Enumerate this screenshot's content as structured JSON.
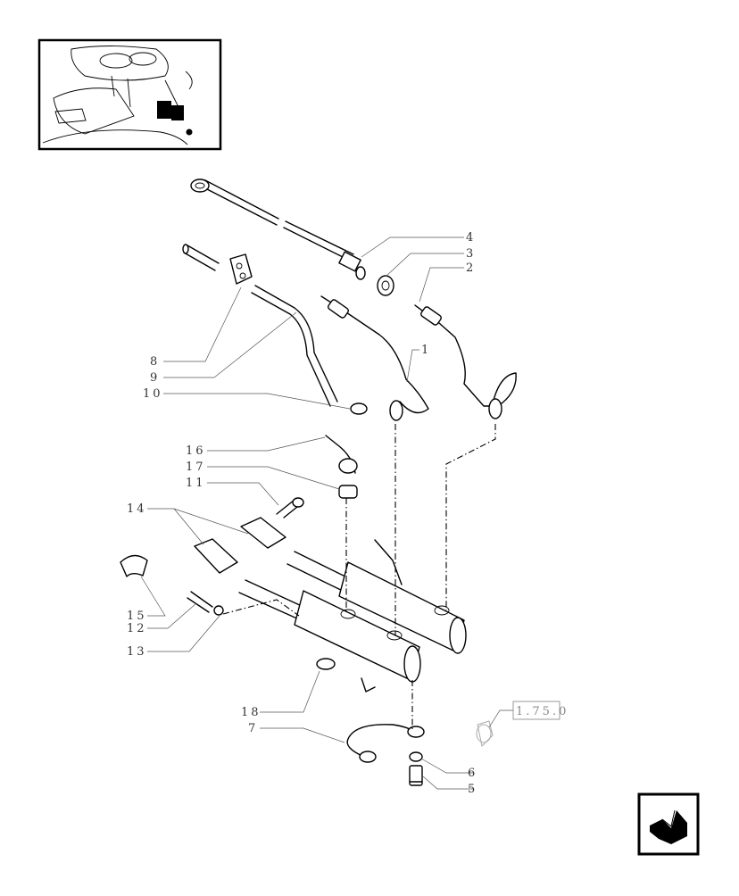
{
  "callouts": [
    {
      "id": "c4",
      "label": "4"
    },
    {
      "id": "c3",
      "label": "3"
    },
    {
      "id": "c2",
      "label": "2"
    },
    {
      "id": "c1",
      "label": "1"
    },
    {
      "id": "c8",
      "label": "8"
    },
    {
      "id": "c9",
      "label": "9"
    },
    {
      "id": "c10",
      "label": "10"
    },
    {
      "id": "c16",
      "label": "16"
    },
    {
      "id": "c17",
      "label": "17"
    },
    {
      "id": "c11",
      "label": "11"
    },
    {
      "id": "c14",
      "label": "14"
    },
    {
      "id": "c15",
      "label": "15"
    },
    {
      "id": "c12",
      "label": "12"
    },
    {
      "id": "c13",
      "label": "13"
    },
    {
      "id": "c18",
      "label": "18"
    },
    {
      "id": "c7",
      "label": "7"
    },
    {
      "id": "c6",
      "label": "6"
    },
    {
      "id": "c5",
      "label": "5"
    }
  ],
  "reference": {
    "label": "1.75.0"
  },
  "navigation": {
    "icon": "page-arrow-icon"
  },
  "thumbnail": {
    "icon": "tractor-pedals-icon"
  }
}
